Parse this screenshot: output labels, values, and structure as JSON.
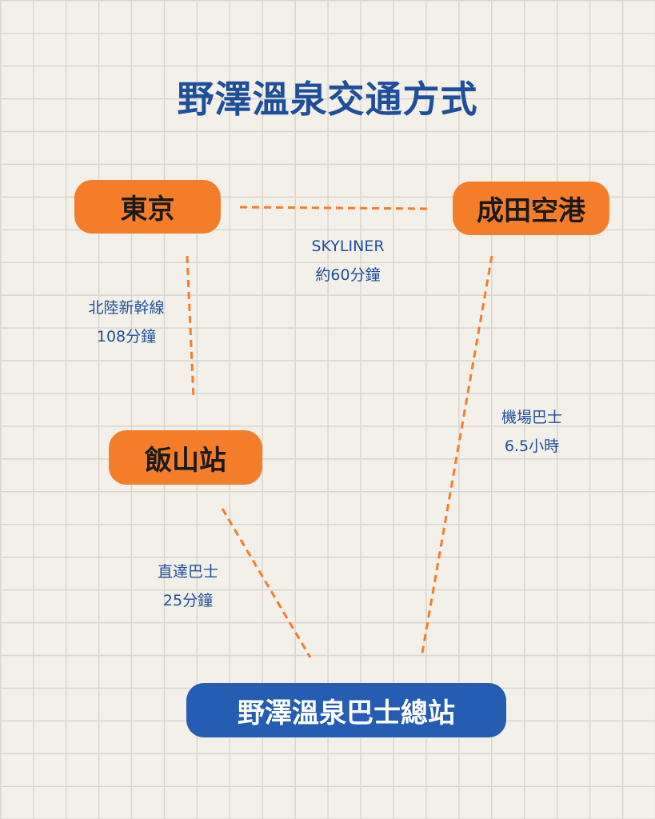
{
  "title": "野澤溫泉交通方式",
  "nodes": {
    "tokyo": "東京",
    "narita": "成田空港",
    "iiyama": "飯山站",
    "terminal": "野澤溫泉巴士總站"
  },
  "routes": {
    "skyliner": {
      "line1": "SKYLINER",
      "line2": "約60分鐘"
    },
    "shinkansen": {
      "line1": "北陸新幹線",
      "line2": "108分鐘"
    },
    "airport_bus": {
      "line1": "機場巴士",
      "line2": "6.5小時"
    },
    "direct_bus": {
      "line1": "直達巴士",
      "line2": "25分鐘"
    }
  },
  "colors": {
    "title": "#1f4f9b",
    "station_node": "#f47d2a",
    "terminal_node": "#245db1",
    "route_line": "#f47d2a",
    "background": "#f3f0ea"
  }
}
